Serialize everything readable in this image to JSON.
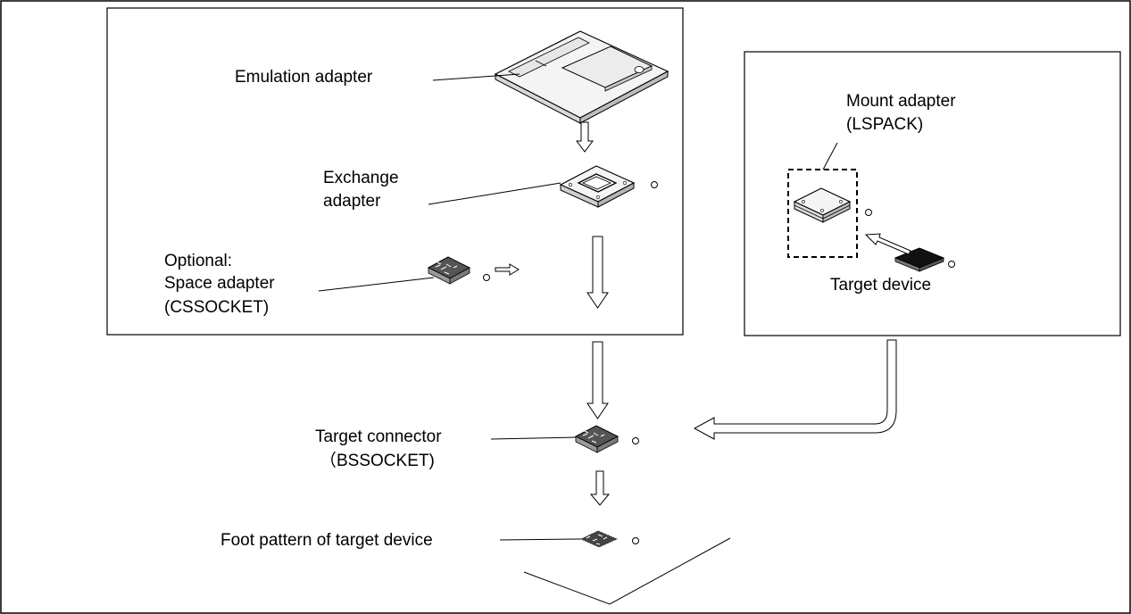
{
  "labels": {
    "emulation_adapter": "Emulation adapter",
    "exchange_adapter_1": "Exchange",
    "exchange_adapter_2": "adapter",
    "optional_1": "Optional:",
    "optional_2": "Space adapter",
    "optional_3": "(CSSOCKET)",
    "mount_adapter_1": "Mount adapter",
    "mount_adapter_2": "(LSPACK)",
    "target_device": "Target device",
    "target_connector_1": "Target connector",
    "target_connector_2": "（BSSOCKET)",
    "foot_pattern": "Foot pattern of target device"
  }
}
